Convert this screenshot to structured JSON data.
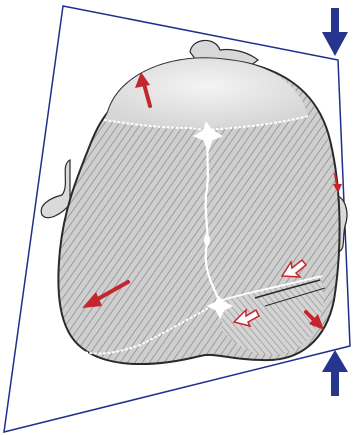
{
  "figure": {
    "subject": "skull-top-view-illustration",
    "colors": {
      "plane_outline": "#1f2f8a",
      "skull_fill": "#dcdcdc",
      "skull_shade": "#9a9a9a",
      "skull_outline": "#2a2a2a",
      "suture": "#ffffff",
      "red_arrow": "#c4262e",
      "blue_arrow": "#27358f"
    },
    "arrows": [
      {
        "name": "red-arrow-front",
        "color": "red",
        "style": "solid"
      },
      {
        "name": "red-arrow-left-side",
        "color": "red",
        "style": "solid"
      },
      {
        "name": "red-arrow-right-small",
        "color": "red",
        "style": "solid"
      },
      {
        "name": "red-arrow-right-bottom",
        "color": "red",
        "style": "solid"
      },
      {
        "name": "red-arrow-open-upper",
        "color": "red",
        "style": "outline"
      },
      {
        "name": "red-arrow-open-lower",
        "color": "red",
        "style": "outline"
      },
      {
        "name": "blue-arrow-down",
        "color": "blue",
        "style": "solid"
      },
      {
        "name": "blue-arrow-up",
        "color": "blue",
        "style": "solid"
      }
    ]
  }
}
